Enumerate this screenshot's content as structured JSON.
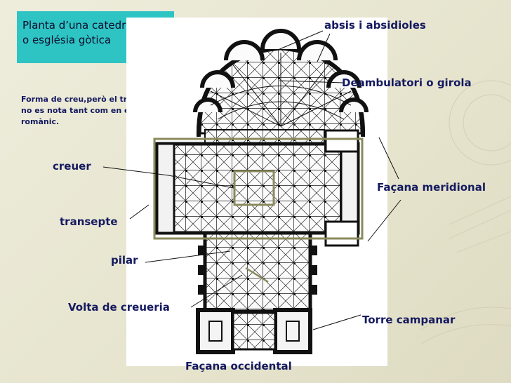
{
  "title": {
    "line1": "Planta d’una catedral",
    "line2": "o església gòtica"
  },
  "note": "Forma de creu,però el transepte no es nota tant com en el romànic.",
  "labels": {
    "absis": "absis i absidioles",
    "deambulatori": "Deambulatori o girola",
    "creuer": "creuer",
    "transepte": "transepte",
    "facana_meridional": "Façana meridional",
    "pilar": "pilar",
    "volta": "Volta de creueria",
    "torre": "Torre campanar",
    "facana_occidental": "Façana occidental"
  },
  "colors": {
    "title_bg": "#2ec4c4",
    "label_text": "#151a60",
    "highlight": "#8a8a5c"
  }
}
